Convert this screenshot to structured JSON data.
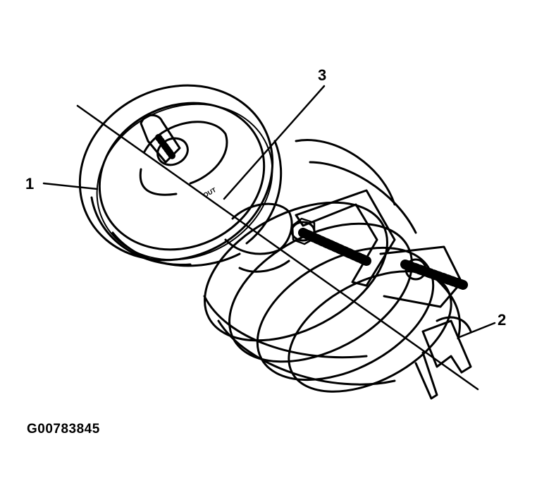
{
  "callouts": {
    "label_1": "1",
    "label_2": "2",
    "label_3": "3"
  },
  "mount_marking": "OUT",
  "figure_id": "G00783845",
  "colors": {
    "line": "#000000",
    "background": "#ffffff"
  }
}
